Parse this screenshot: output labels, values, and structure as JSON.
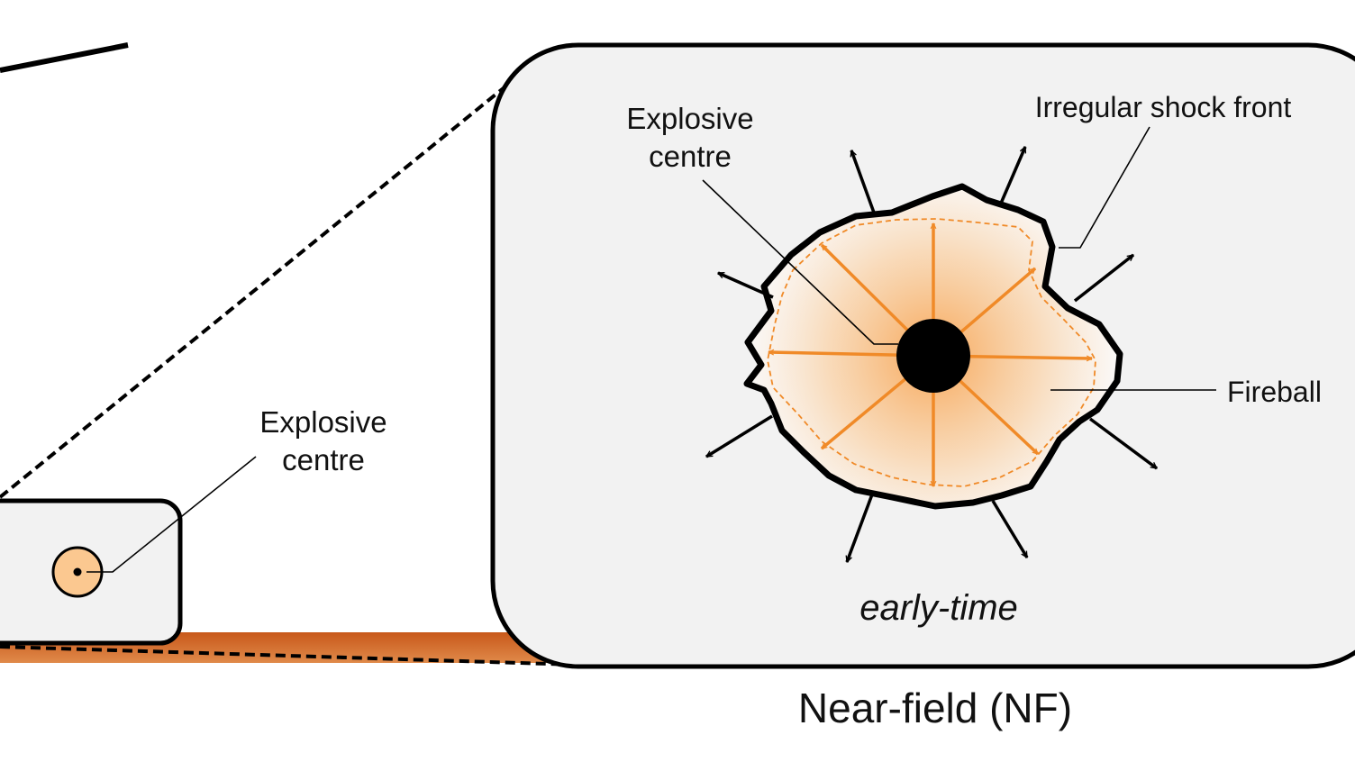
{
  "labels": {
    "small_explosive_centre_line1": "Explosive",
    "small_explosive_centre_line2": "centre",
    "nf_explosive_centre_line1": "Explosive",
    "nf_explosive_centre_line2": "centre",
    "irregular_shock_front": "Irregular shock front",
    "fireball": "Fireball",
    "early_time": "early-time",
    "near_field": "Near-field (NF)"
  },
  "colors": {
    "panel_fill": "#f2f2f2",
    "outline": "#000000",
    "orange": "#f08a28",
    "orange_light": "#fbc890",
    "ground": "#d56a1e"
  }
}
